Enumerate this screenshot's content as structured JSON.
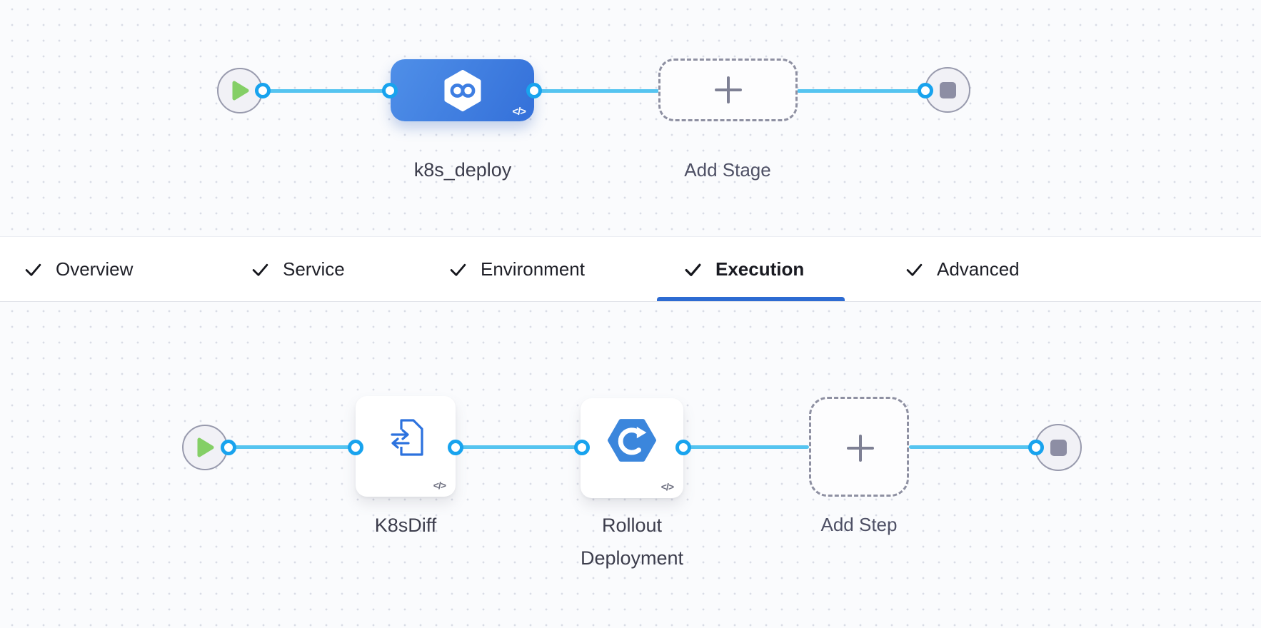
{
  "stage_pipeline": {
    "stage_label": "k8s_deploy",
    "add_stage_label": "Add Stage",
    "code_toggle": "</>"
  },
  "tabs": [
    {
      "label": "Overview",
      "checked": true,
      "active": false
    },
    {
      "label": "Service",
      "checked": true,
      "active": false
    },
    {
      "label": "Environment",
      "checked": true,
      "active": false
    },
    {
      "label": "Execution",
      "checked": true,
      "active": true
    },
    {
      "label": "Advanced",
      "checked": true,
      "active": false
    }
  ],
  "execution_pipeline": {
    "steps": [
      {
        "label": "K8sDiff",
        "icon": "k8s-diff-icon",
        "code_toggle": "</>"
      },
      {
        "label": "Rollout Deployment",
        "icon": "rollout-deployment-icon",
        "code_toggle": "</>"
      }
    ],
    "add_step_label": "Add Step"
  },
  "icons": {
    "start": "play-icon",
    "end": "stop-icon",
    "stage": "deploy-infinity-hexagon-icon",
    "add": "plus-icon",
    "tab_check": "checkmark-icon"
  },
  "colors": {
    "canvas_bg": "#fafbfd",
    "grid_dot": "#d9dce6",
    "link_blue": "#55c4f0",
    "port_ring": "#18a3ee",
    "stage_blue": "#3d7fe0",
    "active_tab_underline": "#2d6bd2",
    "play_green": "#84cf66",
    "stop_grey": "#8d8ea4",
    "node_label": "#3c3d4c"
  }
}
